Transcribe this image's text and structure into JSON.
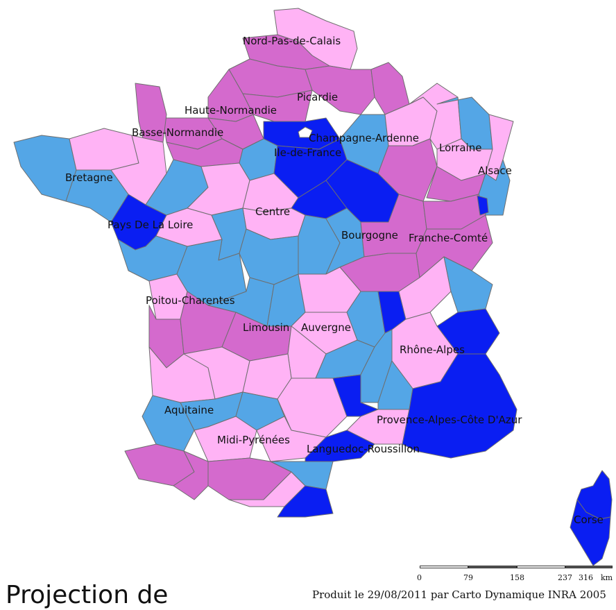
{
  "palette": {
    "pink": "#ffb3f5",
    "orchid": "#d46acd",
    "skyblue": "#54a6e6",
    "blue": "#0a1ef2",
    "border": "#6e6e6e"
  },
  "regions": [
    {
      "name": "Nord-Pas-de-Calais"
    },
    {
      "name": "Picardie"
    },
    {
      "name": "Haute-Normandie"
    },
    {
      "name": "Basse-Normandie"
    },
    {
      "name": "Champagne-Ardenne"
    },
    {
      "name": "Ile-de-France"
    },
    {
      "name": "Lorraine"
    },
    {
      "name": "Alsace"
    },
    {
      "name": "Bretagne"
    },
    {
      "name": "Centre"
    },
    {
      "name": "Pays De La Loire"
    },
    {
      "name": "Bourgogne"
    },
    {
      "name": "Franche-Comté"
    },
    {
      "name": "Poitou-Charentes"
    },
    {
      "name": "Limousin"
    },
    {
      "name": "Auvergne"
    },
    {
      "name": "Rhône-Alpes"
    },
    {
      "name": "Aquitaine"
    },
    {
      "name": "Provence-Alpes-Côte D'Azur"
    },
    {
      "name": "Midi-Pyrénées"
    },
    {
      "name": "Languedoc-Roussillon"
    },
    {
      "name": "Corse"
    }
  ],
  "scale": {
    "ticks": [
      "0",
      "79",
      "158",
      "237",
      "316"
    ],
    "unit": "km"
  },
  "credit": "Produit le 29/08/2011 par Carto Dynamique INRA 2005",
  "caption": "Projection de"
}
